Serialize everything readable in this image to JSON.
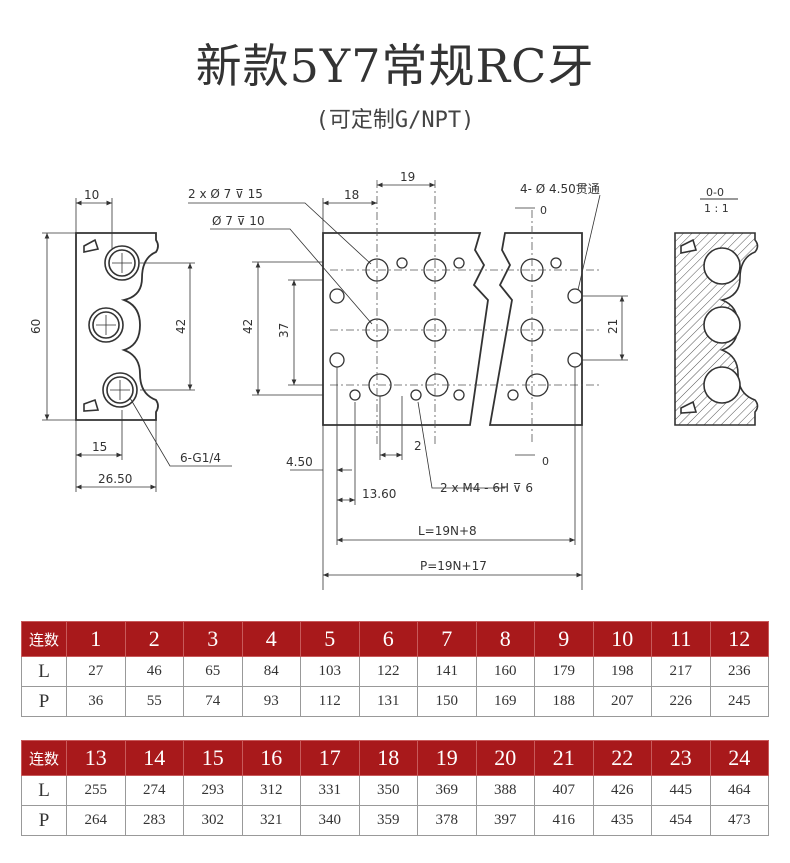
{
  "title": "新款5Y7常规RC牙",
  "subtitle": "(可定制G/NPT)",
  "drawing": {
    "left_view": {
      "dim_top": "10",
      "dim_height": "60",
      "dim_pitch": "42",
      "dim_15": "15",
      "dim_26_50": "26.50",
      "callout": "6-G1/4"
    },
    "front_view": {
      "callout_counterbore": "2 x Ø 7 ⊽ 15",
      "callout_hole": "Ø 7 ⊽ 10",
      "dim_19": "19",
      "dim_18": "18",
      "dim_42": "42",
      "dim_37": "37",
      "dim_21": "21",
      "dim_2": "2",
      "dim_4_50": "4.50",
      "dim_13_60": "13.60",
      "callout_thread": "2 x M4 - 6H ⊽ 6",
      "callout_through": "4- Ø 4.50贯通",
      "zero_top": "0",
      "zero_bottom": "0",
      "dim_L": "L=19N+8",
      "dim_P": "P=19N+17"
    },
    "section_view": {
      "label": "0-0",
      "scale": "1 : 1"
    }
  },
  "tables": [
    {
      "header_label": "连数",
      "counts": [
        "1",
        "2",
        "3",
        "4",
        "5",
        "6",
        "7",
        "8",
        "9",
        "10",
        "11",
        "12"
      ],
      "rows": [
        {
          "label": "L",
          "values": [
            "27",
            "46",
            "65",
            "84",
            "103",
            "122",
            "141",
            "160",
            "179",
            "198",
            "217",
            "236"
          ]
        },
        {
          "label": "P",
          "values": [
            "36",
            "55",
            "74",
            "93",
            "112",
            "131",
            "150",
            "169",
            "188",
            "207",
            "226",
            "245"
          ]
        }
      ]
    },
    {
      "header_label": "连数",
      "counts": [
        "13",
        "14",
        "15",
        "16",
        "17",
        "18",
        "19",
        "20",
        "21",
        "22",
        "23",
        "24"
      ],
      "rows": [
        {
          "label": "L",
          "values": [
            "255",
            "274",
            "293",
            "312",
            "331",
            "350",
            "369",
            "388",
            "407",
            "426",
            "445",
            "464"
          ]
        },
        {
          "label": "P",
          "values": [
            "264",
            "283",
            "302",
            "321",
            "340",
            "359",
            "378",
            "397",
            "416",
            "435",
            "454",
            "473"
          ]
        }
      ]
    }
  ],
  "colors": {
    "header_red": "#a8191b",
    "line": "#333333"
  }
}
